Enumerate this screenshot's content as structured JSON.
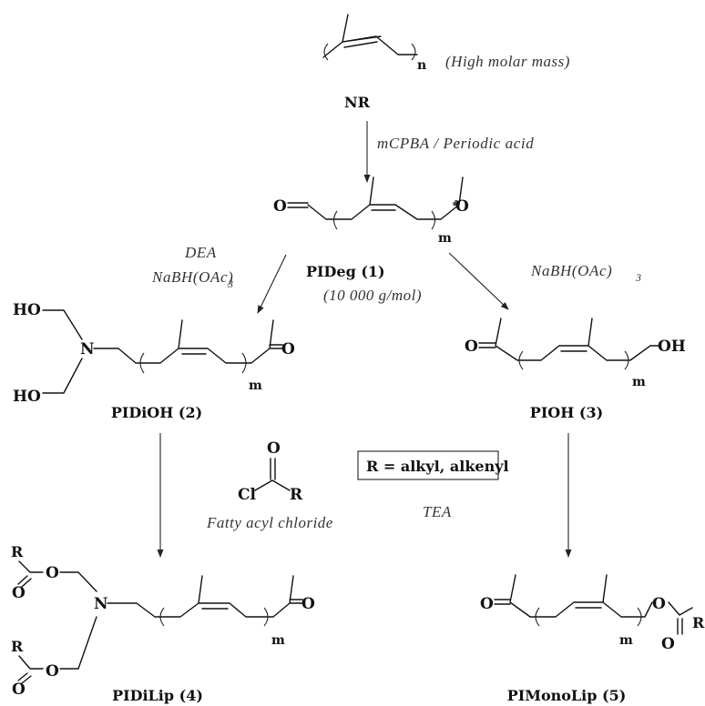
{
  "nr": {
    "label": "NR",
    "repeat": "n",
    "note": "(High molar mass)"
  },
  "step1": {
    "conditions": "mCPBA / Periodic acid"
  },
  "pideg": {
    "label": "PIDeg (1)",
    "molar_mass": "(10 000 g/mol)",
    "repeat": "m",
    "o_left": "O",
    "o_right": "O"
  },
  "step2_left": {
    "line1": "DEA",
    "line2_main": "NaBH(OAc)",
    "line2_sub": "3"
  },
  "step2_right": {
    "main": "NaBH(OAc)",
    "sub": "3"
  },
  "pidioh": {
    "label": "PIDiOH (2)",
    "ho_top": "HO",
    "ho_bottom": "HO",
    "n": "N",
    "o": "O",
    "repeat": "m"
  },
  "pioh": {
    "label": "PIOH (3)",
    "o": "O",
    "oh": "OH",
    "repeat": "m"
  },
  "reagent": {
    "cl": "Cl",
    "r": "R",
    "o": "O",
    "name": "Fatty acyl chloride",
    "base": "TEA",
    "r_definition": "R = alkyl, alkenyl"
  },
  "pidilip": {
    "label": "PIDiLip (4)",
    "r_top": "R",
    "r_bottom": "R",
    "o_top_carbonyl": "O",
    "o_top_ester": "O",
    "o_bottom_carbonyl": "O",
    "o_bottom_ester": "O",
    "n": "N",
    "o_ketone": "O",
    "repeat": "m"
  },
  "pimonolip": {
    "label": "PIMonoLip (5)",
    "o_ketone": "O",
    "o_ester": "O",
    "o_carbonyl": "O",
    "r": "R",
    "repeat": "m"
  },
  "colors": {
    "ink": "#111111",
    "conditions_ink": "#333333",
    "background": "#ffffff"
  }
}
